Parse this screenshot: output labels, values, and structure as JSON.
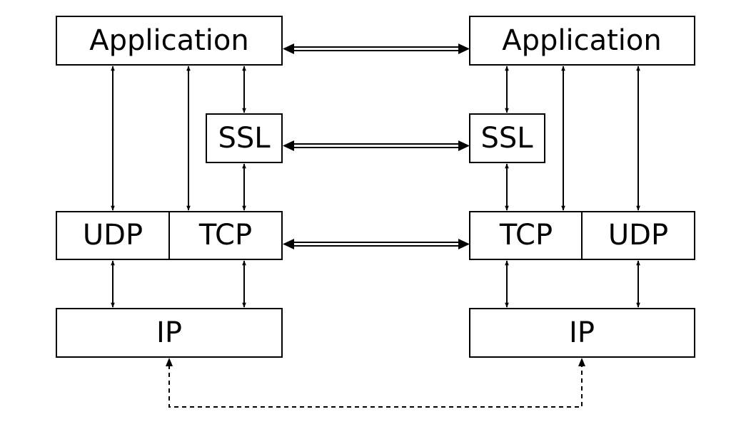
{
  "left_stack": {
    "application": "Application",
    "ssl": "SSL",
    "udp": "UDP",
    "tcp": "TCP",
    "ip": "IP"
  },
  "right_stack": {
    "application": "Application",
    "ssl": "SSL",
    "tcp": "TCP",
    "udp": "UDP",
    "ip": "IP"
  }
}
